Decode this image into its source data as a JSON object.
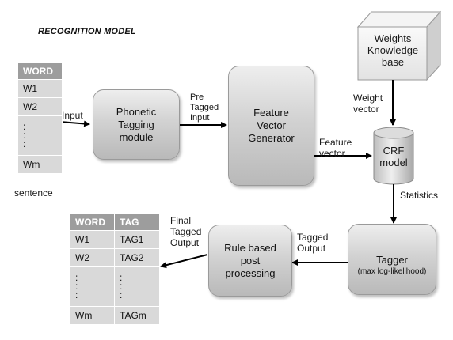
{
  "title": "RECOGNITION MODEL",
  "input_table": {
    "header": "WORD",
    "rows": [
      "W1",
      "W2"
    ],
    "ellipsis": ":\n:\n:",
    "last": "Wm",
    "caption": "sentence"
  },
  "output_table": {
    "headers": [
      "WORD",
      "TAG"
    ],
    "rows": [
      [
        "W1",
        "TAG1"
      ],
      [
        "W2",
        "TAG2"
      ]
    ],
    "ellipsis": ":\n:\n:",
    "last": [
      "Wm",
      "TAGm"
    ]
  },
  "nodes": {
    "phonetic": "Phonetic\nTagging\nmodule",
    "feature_gen": "Feature\nVector\nGenerator",
    "weights_kb": "Weights\nKnowledge\nbase",
    "crf": "CRF\nmodel",
    "tagger": "Tagger",
    "tagger_sub": "(max log-likelihood)",
    "rule_post": "Rule based\npost\nprocessing"
  },
  "edge_labels": {
    "input": "Input",
    "pre_tagged": "Pre\nTagged\nInput",
    "feature_vector": "Feature\nvector",
    "weight_vector": "Weight\nvector",
    "statistics": "Statistics",
    "tagged_output": "Tagged\nOutput",
    "final_output": "Final\nTagged\nOutput"
  }
}
